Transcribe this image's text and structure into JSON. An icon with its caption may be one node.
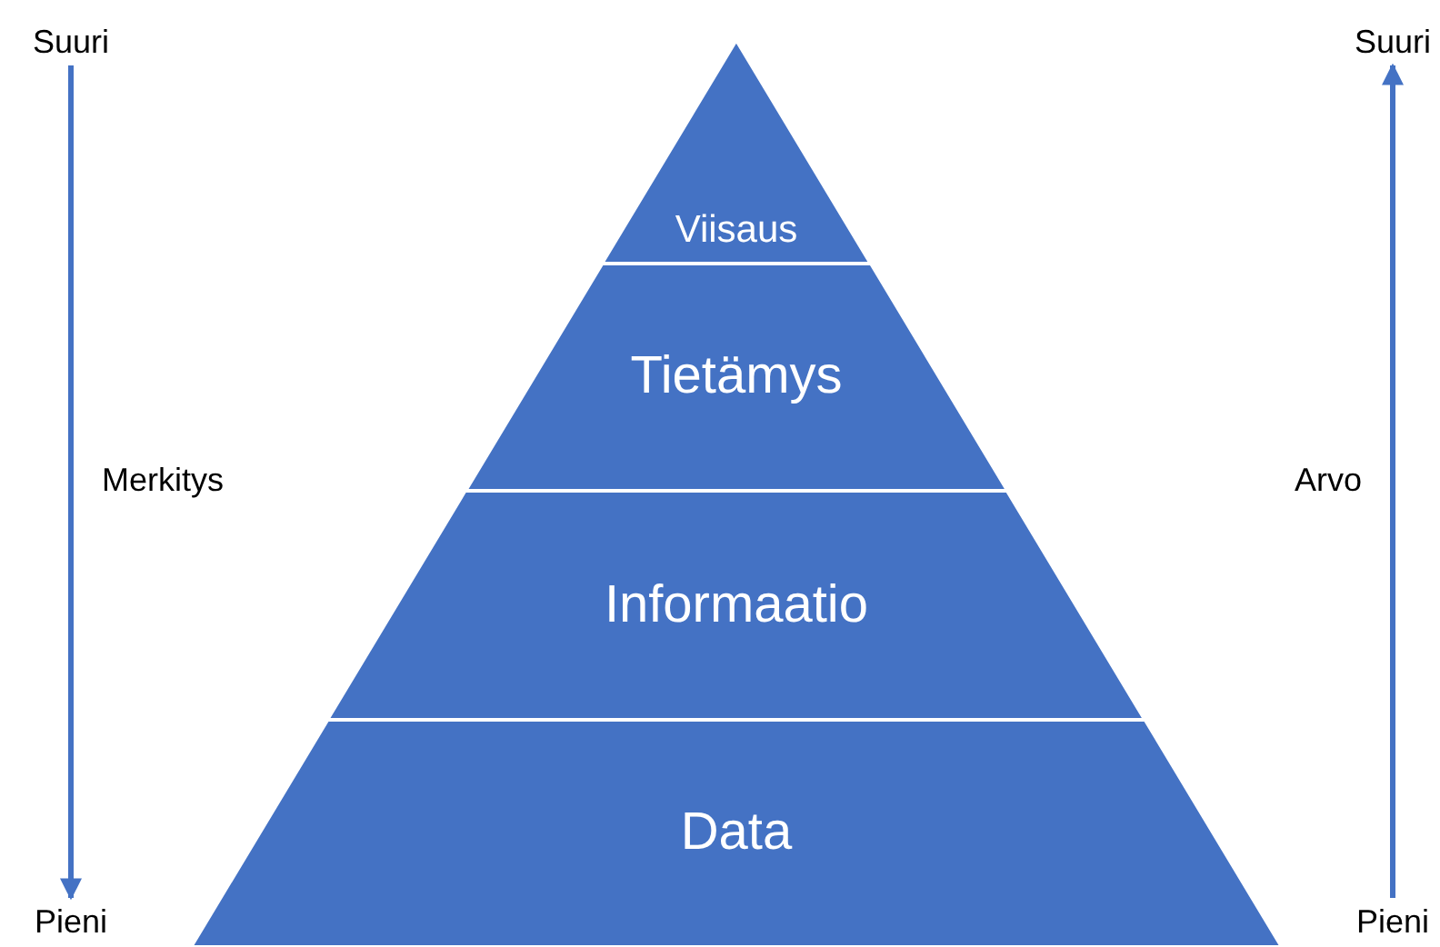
{
  "diagram": {
    "nodes": [
      {
        "text": [
          "Viisaus"
        ]
      },
      {
        "text": [
          "Tietämys"
        ]
      },
      {
        "text": [
          "Informaatio"
        ]
      },
      {
        "text": [
          "Data"
        ]
      },
      {
        "text": [
          "Suuri"
        ]
      },
      {
        "text": [
          "Pieni"
        ]
      },
      {
        "text": [
          "Suuri"
        ]
      },
      {
        "text": [
          "Pieni"
        ]
      }
    ],
    "edges": [
      {
        "from": 4,
        "to": 5,
        "arrow": "to",
        "label": "Merkitys"
      },
      {
        "from": 7,
        "to": 6,
        "arrow": "to",
        "label": "Arvo"
      }
    ]
  }
}
